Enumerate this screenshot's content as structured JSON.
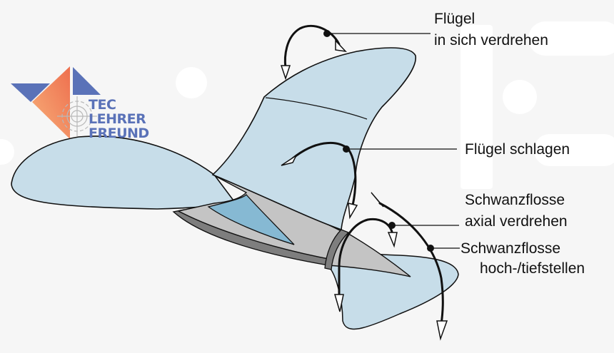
{
  "diagram": {
    "title": "Fish robot movements",
    "labels": {
      "wing_twist_line1": "Flügel",
      "wing_twist_line2": "in sich verdrehen",
      "wing_flap": "Flügel schlagen",
      "tail_axial_line1": "Schwanzflosse",
      "tail_axial_line2": "axial verdrehen",
      "tail_updown_line1": "Schwanzflosse",
      "tail_updown_line2": "hoch-/tiefstellen"
    }
  },
  "logo": {
    "line1": "TEC",
    "line2": "LEHRER",
    "line3": "FREUND"
  },
  "colors": {
    "wing_fill": "#c7dde9",
    "body_fill": "#c4c4c4",
    "body_dark": "#808080",
    "window_fill": "#86b9d3",
    "logo_blue": "#5a72b8",
    "logo_orange": "#f08a5a",
    "stroke": "#111111"
  }
}
